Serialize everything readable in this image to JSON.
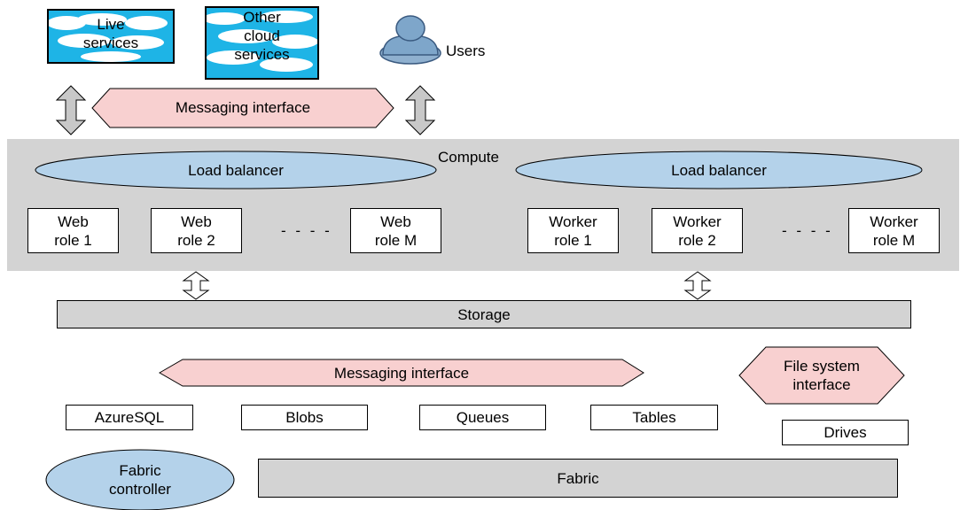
{
  "external": {
    "live_services": "Live\nservices",
    "other_cloud": "Other\ncloud\nservices",
    "users": "Users"
  },
  "messaging_top": "Messaging interface",
  "compute": {
    "title": "Compute",
    "lb_left": "Load balancer",
    "lb_right": "Load balancer",
    "web_roles": [
      "Web\nrole 1",
      "Web\nrole 2",
      "Web\nrole M"
    ],
    "worker_roles": [
      "Worker\nrole 1",
      "Worker\nrole 2",
      "Worker\nrole M"
    ],
    "ellipsis": "- - - -"
  },
  "storage": "Storage",
  "messaging_bottom": "Messaging interface",
  "fs_interface": "File system\ninterface",
  "services": [
    "AzureSQL",
    "Blobs",
    "Queues",
    "Tables"
  ],
  "drives": "Drives",
  "fabric_controller": "Fabric\ncontroller",
  "fabric": "Fabric",
  "colors": {
    "cloud_fill": "#1eb4e6",
    "cloud_puff": "#ffffff",
    "pink": "#f8d0d0",
    "blue_oval": "#b4d2ea",
    "grey": "#d3d3d3",
    "arrow_grey": "#c8c8c8"
  }
}
